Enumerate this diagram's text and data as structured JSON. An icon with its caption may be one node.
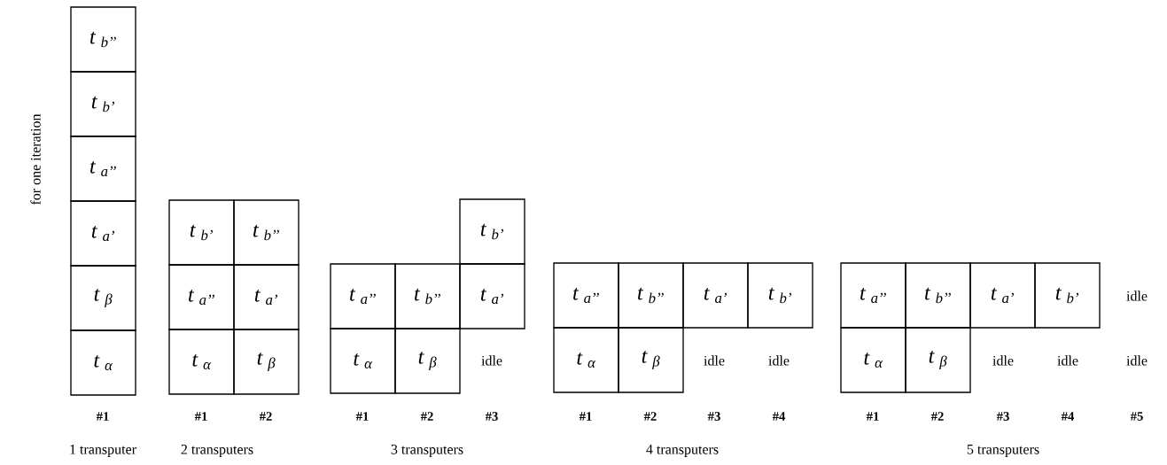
{
  "diagram": {
    "nodes": [
      {
        "text": [
          "t $_{b’’}$"
        ]
      },
      {
        "text": [
          "t $_{b’}$"
        ]
      },
      {
        "text": [
          "t $_{a’’}$"
        ]
      },
      {
        "text": [
          "t $_{a’}$"
        ]
      },
      {
        "text": [
          "t $_{β}$"
        ]
      },
      {
        "text": [
          "t $_{α}$"
        ]
      },
      {
        "text": [
          "t $_{b’}$"
        ]
      },
      {
        "text": [
          "t $_{b’’}$"
        ]
      },
      {
        "text": [
          "t $_{a’’}$"
        ]
      },
      {
        "text": [
          "t $_{a’}$"
        ]
      },
      {
        "text": [
          "t $_{α}$"
        ]
      },
      {
        "text": [
          "t $_{β}$"
        ]
      },
      {
        "text": [
          "t $_{b’}$"
        ]
      },
      {
        "text": [
          "t $_{a’’}$"
        ]
      },
      {
        "text": [
          "t $_{b’’}$"
        ]
      },
      {
        "text": [
          "t $_{a’}$"
        ]
      },
      {
        "text": [
          "t $_{α}$"
        ]
      },
      {
        "text": [
          "t $_{β}$"
        ]
      },
      {
        "text": [
          "t $_{a’’}$"
        ]
      },
      {
        "text": [
          "t $_{b’’}$"
        ]
      },
      {
        "text": [
          "t $_{a’}$"
        ]
      },
      {
        "text": [
          "t $_{b’}$"
        ]
      },
      {
        "text": [
          "t $_{α}$"
        ]
      },
      {
        "text": [
          "t $_{β}$"
        ]
      },
      {
        "text": [
          "t $_{a’’}$"
        ]
      },
      {
        "text": [
          "t $_{b’’}$"
        ]
      },
      {
        "text": [
          "t $_{a’}$"
        ]
      },
      {
        "text": [
          "t $_{b’}$"
        ]
      },
      {
        "text": [
          "t $_{α}$"
        ]
      },
      {
        "text": [
          "t $_{β}$"
        ]
      }
    ],
    "labels": [
      "for one iteration",
      "idle",
      "idle",
      "idle",
      "idle",
      "idle",
      "idle",
      "idle",
      "#1",
      "#1",
      "#2",
      "#1",
      "#2",
      "#3",
      "#1",
      "#2",
      "#3",
      "#4",
      "#1",
      "#2",
      "#3",
      "#4",
      "#5",
      "1 transputer",
      "2 transputers",
      "3 transputers",
      "4 transputers",
      "5 transputers"
    ]
  }
}
